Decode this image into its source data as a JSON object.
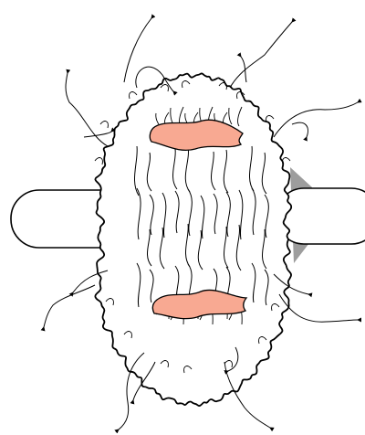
{
  "diagram": {
    "colors": {
      "background": "#ffffff",
      "outline": "#000000",
      "body_fill": "#ffffff",
      "inner_line": "#000000",
      "band_fill": "#f8a992",
      "shadow": "#9d9d9d"
    },
    "parts": {
      "membrane": "wrinkled-outline",
      "filaments": "wavy-line",
      "bands": "salmon-band",
      "hairs": "curled-hair-with-arrow",
      "handles": "rounded-handle"
    },
    "counts": {
      "hairs": 16,
      "bands": 2,
      "handles": 2
    }
  }
}
